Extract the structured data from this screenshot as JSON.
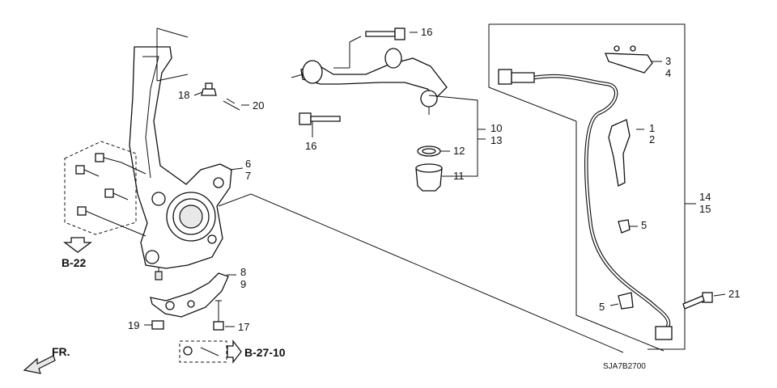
{
  "diagram": {
    "part_callouts": [
      "1",
      "2",
      "3",
      "4",
      "5",
      "5",
      "6",
      "7",
      "8",
      "9",
      "10",
      "13",
      "11",
      "12",
      "14",
      "15",
      "16",
      "16",
      "17",
      "18",
      "19",
      "20",
      "21"
    ],
    "references": {
      "b22": "B-22",
      "b2710": "B-27-10",
      "fr": "FR."
    },
    "code": "SJA7B2700"
  }
}
